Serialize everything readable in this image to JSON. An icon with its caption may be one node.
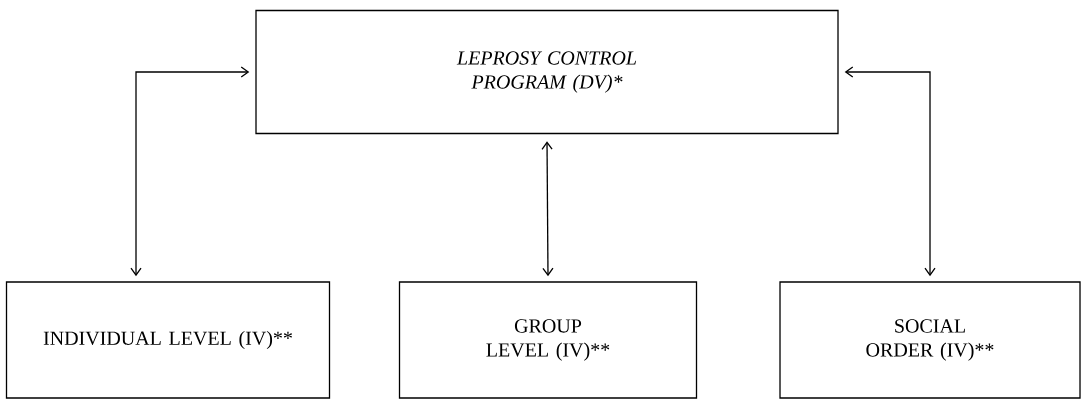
{
  "diagram": {
    "nodes": [
      {
        "text": [
          "LEPROSY CONTROL PROGRAM (DV)*"
        ]
      },
      {
        "text": [
          "INDIVIDUAL LEVEL (IV)**"
        ]
      },
      {
        "text": [
          "GROUP LEVEL (IV)**"
        ]
      },
      {
        "text": [
          "SOCIAL ORDER (IV)**"
        ]
      }
    ],
    "edges": [
      {
        "from": 0,
        "to": 1,
        "arrow": "both"
      },
      {
        "from": 0,
        "to": 2,
        "arrow": "both"
      },
      {
        "from": 0,
        "to": 3,
        "arrow": "both"
      }
    ]
  }
}
